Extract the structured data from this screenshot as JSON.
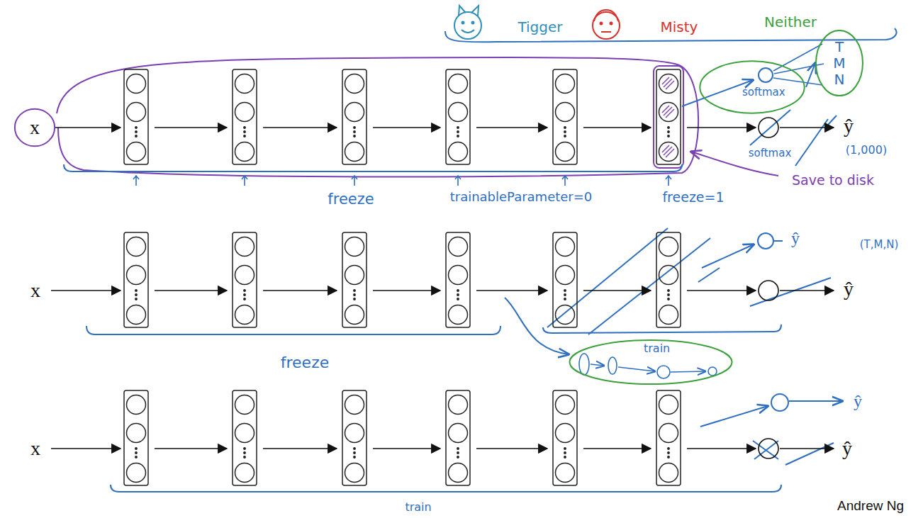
{
  "diagram": {
    "nodes": [
      {
        "text": [
          "x"
        ]
      },
      {
        "text": [
          "softmax"
        ]
      },
      {
        "text": [
          "T",
          "M",
          "N"
        ]
      },
      {
        "text": [
          "train"
        ]
      }
    ],
    "edges": [
      {
        "from": 1,
        "to": 2,
        "arrow": "to"
      }
    ],
    "labels": [
      "Tigger",
      "Misty",
      "Neither",
      "ŷ",
      "softmax",
      "(1,000)",
      "Save to disk",
      "freeze",
      "trainableParameter=0",
      "freeze=1",
      "x",
      "ŷ",
      "(T,M,N)",
      "ŷ",
      "freeze",
      "x",
      "ŷ",
      "ŷ",
      "train",
      "Andrew Ng"
    ]
  }
}
